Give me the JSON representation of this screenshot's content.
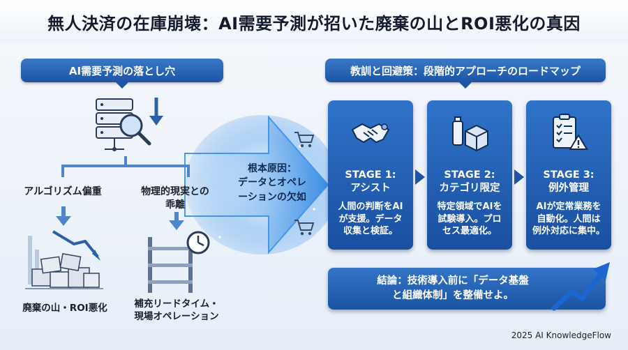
{
  "title": "無人決済の在庫崩壊：AI需要予測が招いた廃棄の山とROI悪化の真因",
  "left": {
    "header": "AI需要予測の落とし穴",
    "branch_left": "アルゴリズム偏重",
    "branch_right_line1": "物理的現実との",
    "branch_right_line2": "乖離",
    "result_left": "廃棄の山・ROI悪化",
    "result_right_line1": "補充リードタイム・",
    "result_right_line2": "現場オペレーション"
  },
  "center": {
    "line1": "根本原因：",
    "line2": "データとオペレ",
    "line3": "ーションの欠如"
  },
  "right": {
    "header": "教訓と回避策：段階的アプローチのロードマップ",
    "stages": [
      {
        "stage": "STAGE 1:",
        "name": "アシスト",
        "body1": "人間の判断をAI",
        "body2": "が支援。データ",
        "body3": "収集と検証。",
        "icon": "handshake-icon"
      },
      {
        "stage": "STAGE 2:",
        "name": "カテゴリ限定",
        "body1": "特定領域でAIを",
        "body2": "試験導入。プロ",
        "body3": "セス最適化。",
        "icon": "product-box-icon"
      },
      {
        "stage": "STAGE 3:",
        "name": "例外管理",
        "body1": "AIが定常業務を",
        "body2": "自動化。人間は",
        "body3": "例外対応に集中。",
        "icon": "checklist-warning-icon"
      }
    ],
    "conclusion_line1": "結論：技術導入前に「データ基盤",
    "conclusion_line2": "と組織体制」を整備せよ。"
  },
  "footer": "2025 AI KnowledgeFlow",
  "colors": {
    "accent_blue": "#1d54a6",
    "card_blue": "#2f73c9",
    "dark_text": "#1a1f2b"
  }
}
